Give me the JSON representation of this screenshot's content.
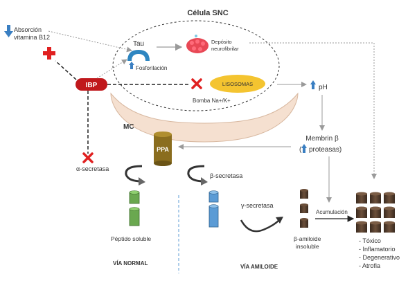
{
  "title": "Célula SNC",
  "b12": {
    "line1": "Absorción",
    "line2": "vitamina B12"
  },
  "ibp": "IBP",
  "tau": "Tau",
  "fosforilacion": "Fosforilación",
  "deposito": {
    "line1": "Depósito",
    "line2": "neurofibrilar"
  },
  "lisosomas": "LISOSOMAS",
  "bomba": "Bomba Na+/K+",
  "ph": "pH",
  "mc": "MC",
  "ppa": "PPA",
  "membrin": {
    "line1": "Membrin β",
    "line2": "proteasas)",
    "paren": "("
  },
  "alpha_secretasa": "α-secretasa",
  "beta_secretasa": "β-secretasa",
  "gamma_secretasa": "γ-secretasa",
  "peptido_soluble": "Péptido soluble",
  "beta_amiloide": {
    "line1": "β-amiloide",
    "line2": "insoluble"
  },
  "acumulacion": "Acumulación",
  "effects": [
    "- Tóxico",
    "- Inflamatorio",
    "- Degenerativo",
    "- Atrofia"
  ],
  "via_normal": "VÍA NORMAL",
  "via_amiloide": "VÍA AMILOIDE",
  "colors": {
    "ibp": "#c0181c",
    "cross": "#e02020",
    "tau": "#2e86c1",
    "up_arrow": "#3a7fc2",
    "lysosome": "#f4c430",
    "membrane": "#f5e0d0",
    "ppa": "#8a6d1e",
    "green": "#6aa84f",
    "blue": "#5b9bd5",
    "dark": "#4a3426"
  }
}
